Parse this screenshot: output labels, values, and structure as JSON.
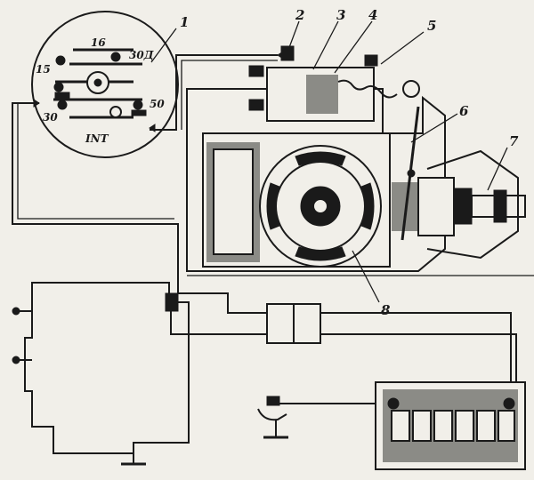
{
  "switch_labels": {
    "t16": "16",
    "t30d": "30Д",
    "t15": "15",
    "t30": "30",
    "t50": "50",
    "tint": "INT"
  },
  "callouts": {
    "c1": "1",
    "c2": "2",
    "c3": "3",
    "c4": "4",
    "c5": "5",
    "c6": "6",
    "c7": "7",
    "c8": "8"
  }
}
